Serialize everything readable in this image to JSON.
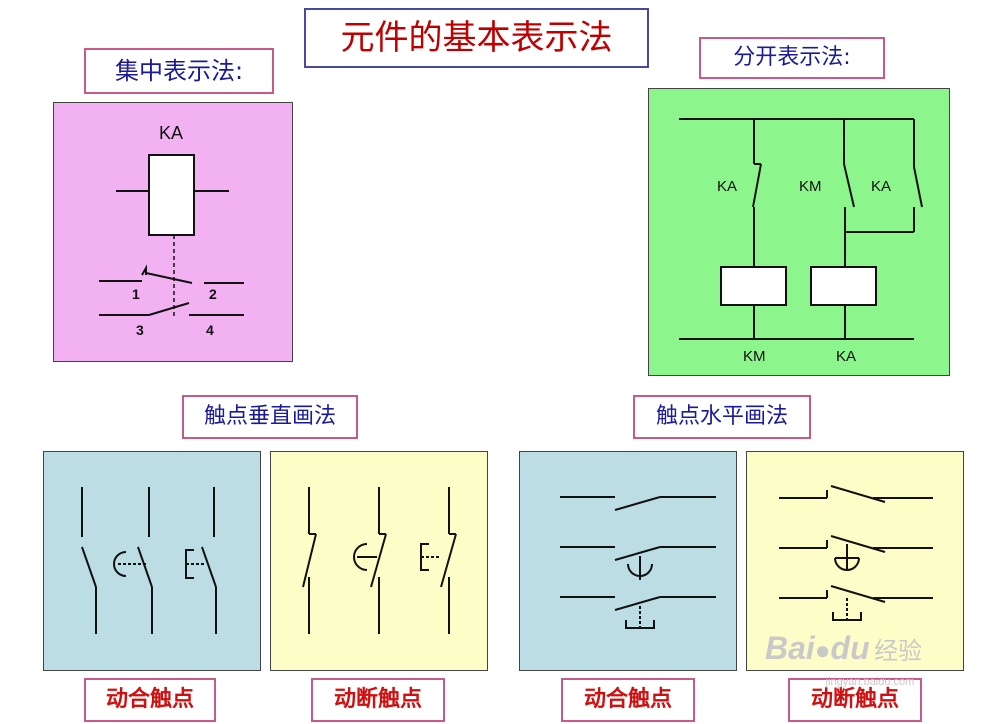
{
  "title": "元件的基本表示法",
  "concentrated": {
    "label": "集中表示法:",
    "coil": "KA",
    "terminals": [
      "1",
      "2",
      "3",
      "4"
    ]
  },
  "separated": {
    "label": "分开表示法:",
    "contacts": [
      "KA",
      "KM",
      "KA"
    ],
    "coils": [
      "KM",
      "KA"
    ]
  },
  "vertical_label": "触点垂直画法",
  "horizontal_label": "触点水平画法",
  "panel_labels": [
    "动合触点",
    "动断触点",
    "动合触点",
    "动断触点"
  ],
  "watermark": {
    "brand": "Bai",
    "brand2": "du",
    "cn": "经验",
    "url": "jingyan.baidu.com"
  },
  "colors": {
    "pink_panel": "#f2b2f2",
    "green_panel": "#8cf58c",
    "blue_panel": "#bcdde3",
    "yellow_panel": "#fdfdc8",
    "title_red": "#c00000",
    "label_blue": "#1a1a9a",
    "label_red": "#d01010"
  }
}
